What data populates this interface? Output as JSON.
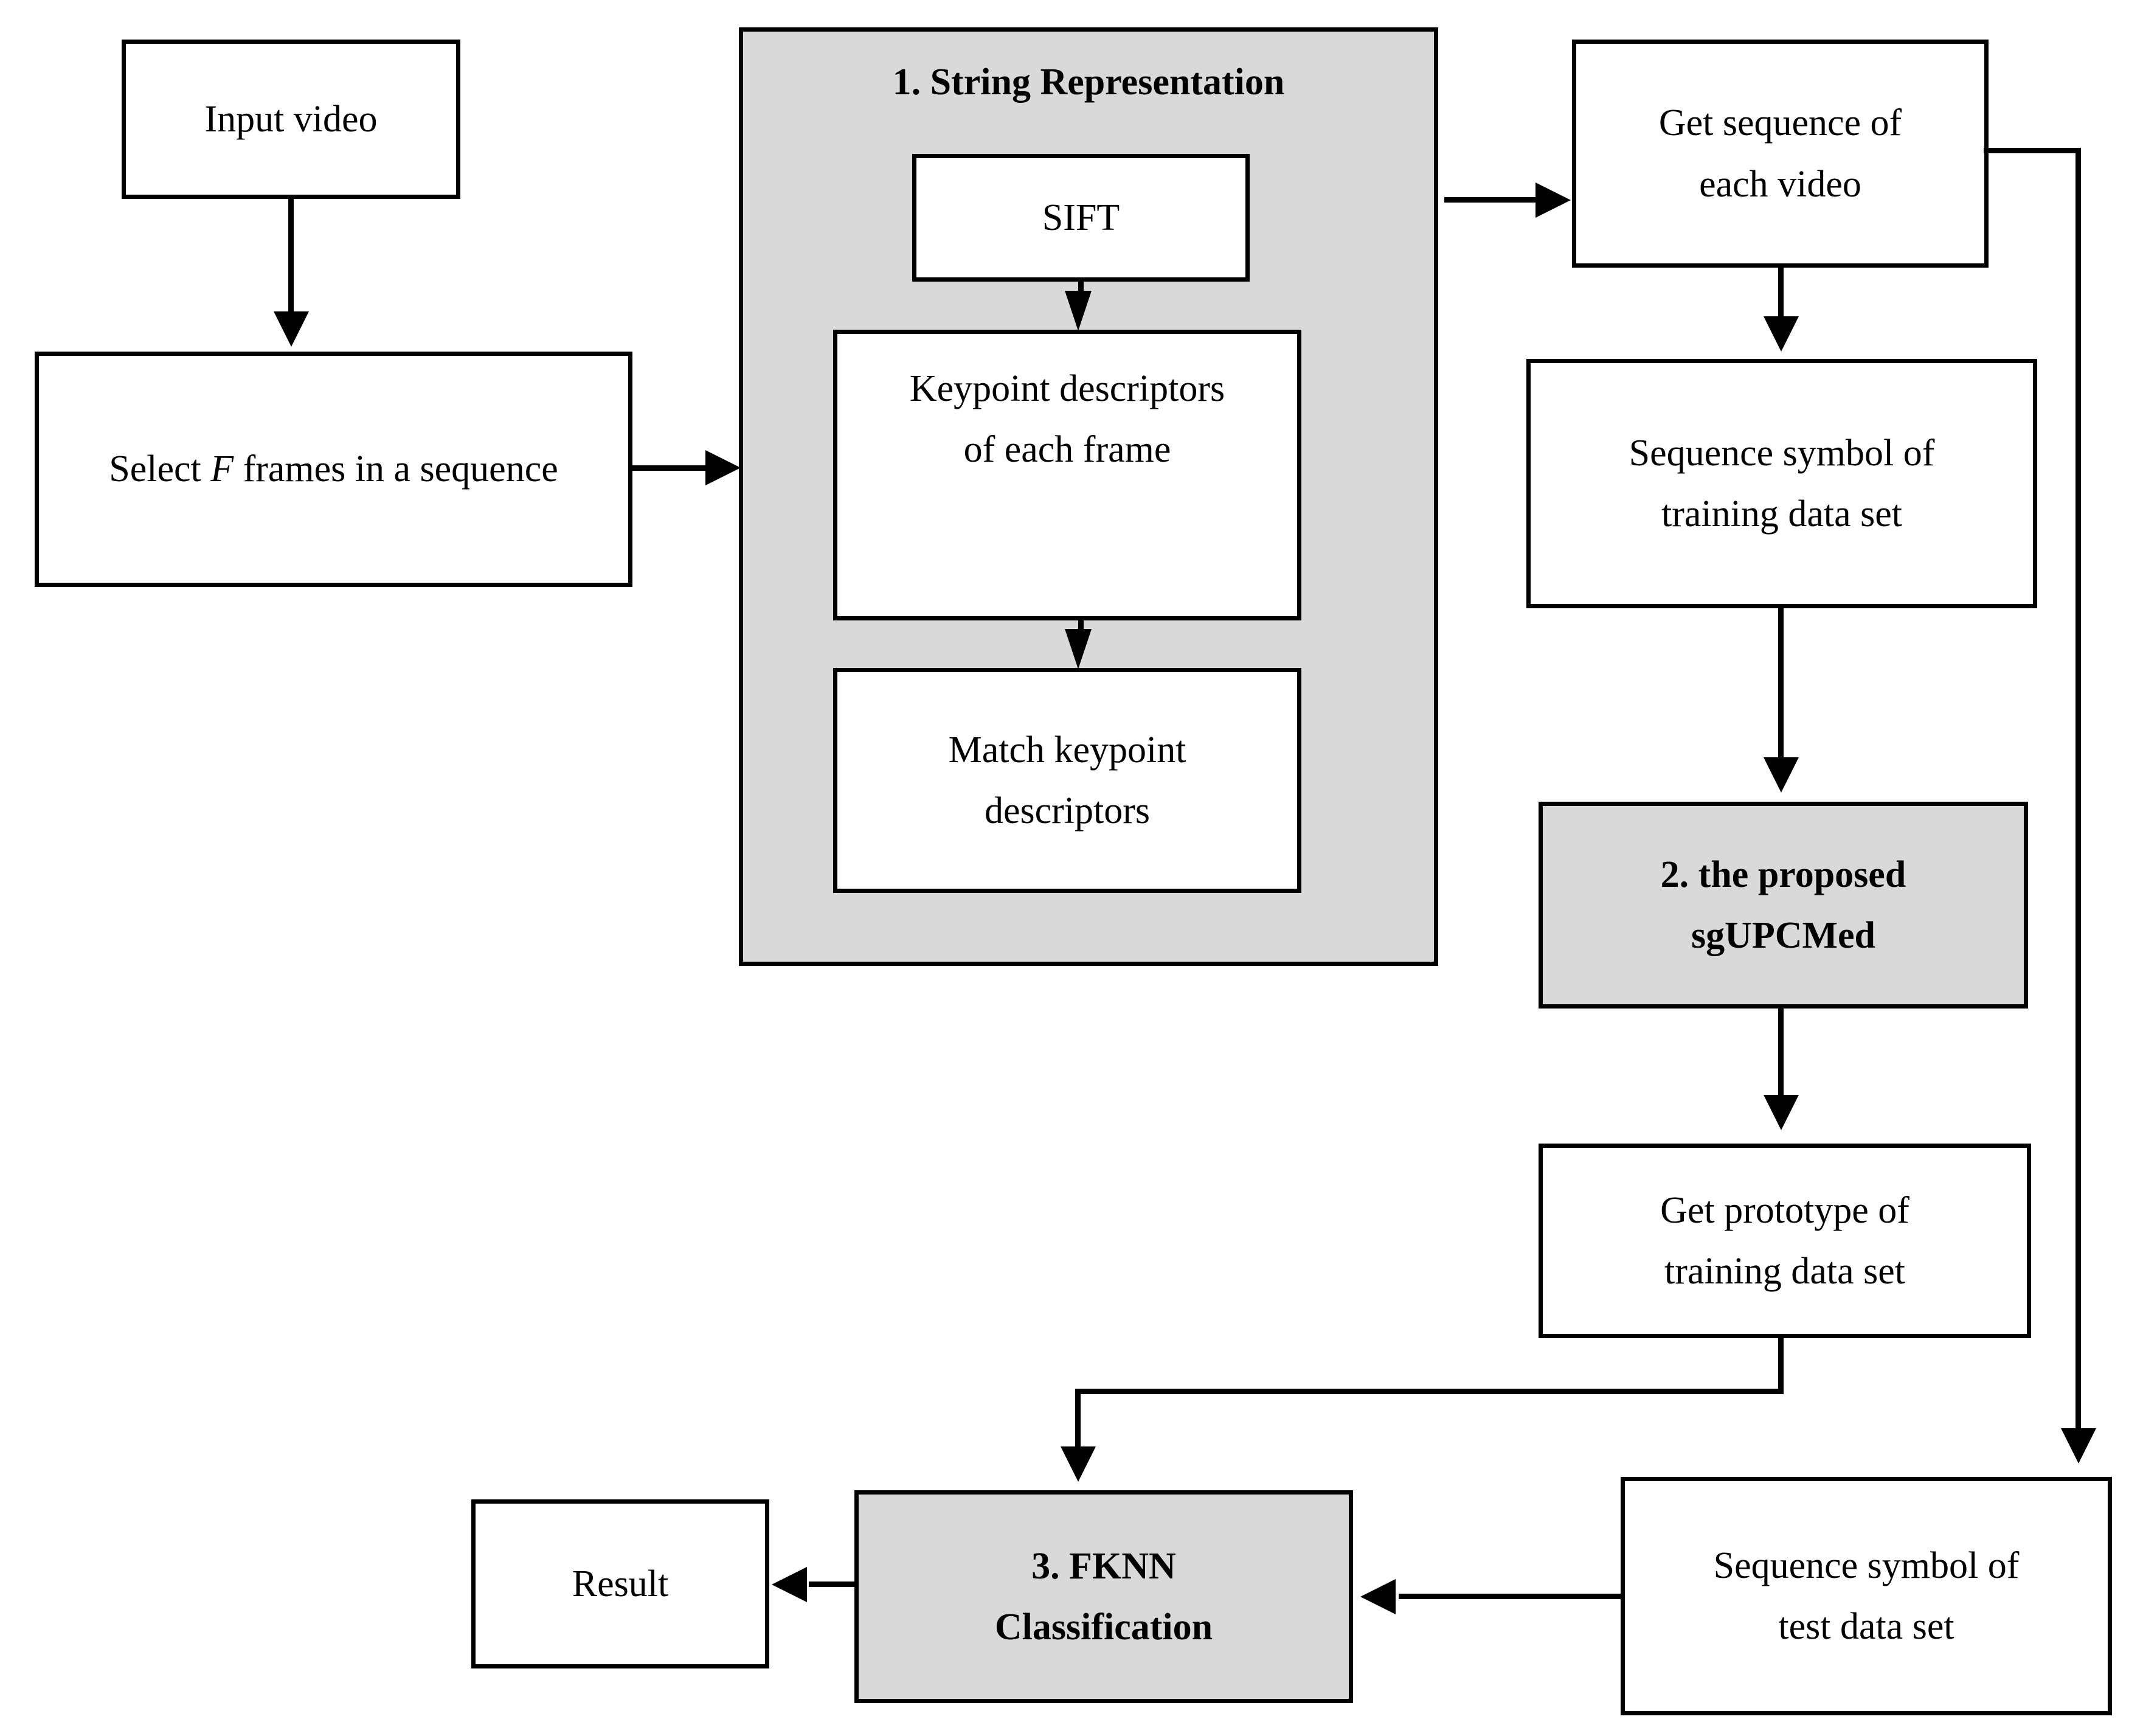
{
  "diagram": {
    "title": "Proposed video classification pipeline flowchart",
    "colors": {
      "stroke": "#000000",
      "shaded_fill": "#d9d9d9",
      "plain_fill": "#ffffff",
      "background": "#ffffff"
    }
  },
  "nodes": {
    "input_video": {
      "label": "Input video"
    },
    "select_frames": {
      "label_pre": "Select ",
      "label_var": "F",
      "label_post": " frames in a sequence"
    },
    "string_representation_panel": {
      "title": "1. String Representation"
    },
    "sift": {
      "label": "SIFT"
    },
    "keypoint_descriptors": {
      "line1": "Keypoint descriptors",
      "line2": "of each frame"
    },
    "match_keypoint_descriptors": {
      "line1": "Match keypoint",
      "line2": "descriptors"
    },
    "get_sequence": {
      "line1": "Get sequence of",
      "line2": "each video"
    },
    "sequence_symbol_training": {
      "line1": "Sequence symbol of",
      "line2": "training data set"
    },
    "sgupcmed": {
      "line1": "2. the proposed",
      "line2": "sgUPCMed"
    },
    "get_prototype": {
      "line1": "Get prototype of",
      "line2": "training data set"
    },
    "sequence_symbol_test": {
      "line1": "Sequence symbol of",
      "line2": "test data set"
    },
    "fknn": {
      "line1": "3. FKNN",
      "line2": "Classification"
    },
    "result": {
      "label": "Result"
    }
  },
  "edges": [
    {
      "name": "input-video-to-select-frames",
      "from": "input_video",
      "to": "select_frames",
      "direction": "down"
    },
    {
      "name": "select-frames-to-string-representation",
      "from": "select_frames",
      "to": "string_representation_panel",
      "direction": "right"
    },
    {
      "name": "sift-to-keypoint-descriptors",
      "from": "sift",
      "to": "keypoint_descriptors",
      "direction": "down"
    },
    {
      "name": "keypoint-descriptors-to-match",
      "from": "keypoint_descriptors",
      "to": "match_keypoint_descriptors",
      "direction": "down"
    },
    {
      "name": "string-representation-to-get-sequence",
      "from": "string_representation_panel",
      "to": "get_sequence",
      "direction": "right"
    },
    {
      "name": "get-sequence-to-sequence-symbol-training",
      "from": "get_sequence",
      "to": "sequence_symbol_training",
      "direction": "down"
    },
    {
      "name": "get-sequence-to-sequence-symbol-test",
      "from": "get_sequence",
      "to": "sequence_symbol_test",
      "direction": "right-down"
    },
    {
      "name": "sequence-symbol-training-to-sgupcmed",
      "from": "sequence_symbol_training",
      "to": "sgupcmed",
      "direction": "down"
    },
    {
      "name": "sgupcmed-to-get-prototype",
      "from": "sgupcmed",
      "to": "get_prototype",
      "direction": "down"
    },
    {
      "name": "get-prototype-to-fknn",
      "from": "get_prototype",
      "to": "fknn",
      "direction": "down-left-down"
    },
    {
      "name": "sequence-symbol-test-to-fknn",
      "from": "sequence_symbol_test",
      "to": "fknn",
      "direction": "left"
    },
    {
      "name": "fknn-to-result",
      "from": "fknn",
      "to": "result",
      "direction": "left"
    }
  ]
}
